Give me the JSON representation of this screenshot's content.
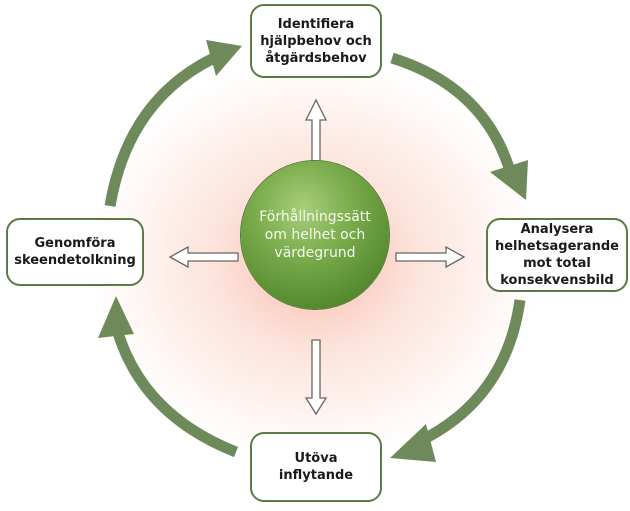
{
  "diagram": {
    "center": {
      "label": "Förhållningssätt\nom helhet och\nvärdegrund"
    },
    "nodes": {
      "top": "Identifiera\nhjälpbehov och\nåtgärdsbehov",
      "right": "Analysera\nhelhetsagerande\nmot total\nkonsekvensbild",
      "bottom": "Utöva\ninflytande",
      "left": "Genomföra\nskeendetolkning"
    },
    "colors": {
      "cycle_arrow": "#6f8a5a",
      "node_border": "#5c7a45",
      "center_fill": "#6a9e3f",
      "center_text": "#f4f8ee",
      "glow": "#f7ae9c",
      "radial_arrow": "#666666"
    },
    "edges": [
      {
        "from": "top",
        "to": "right",
        "type": "cycle"
      },
      {
        "from": "right",
        "to": "bottom",
        "type": "cycle"
      },
      {
        "from": "bottom",
        "to": "left",
        "type": "cycle"
      },
      {
        "from": "left",
        "to": "top",
        "type": "cycle"
      },
      {
        "from": "center",
        "to": "top",
        "type": "radial"
      },
      {
        "from": "center",
        "to": "right",
        "type": "radial"
      },
      {
        "from": "center",
        "to": "bottom",
        "type": "radial"
      },
      {
        "from": "center",
        "to": "left",
        "type": "radial"
      }
    ]
  }
}
